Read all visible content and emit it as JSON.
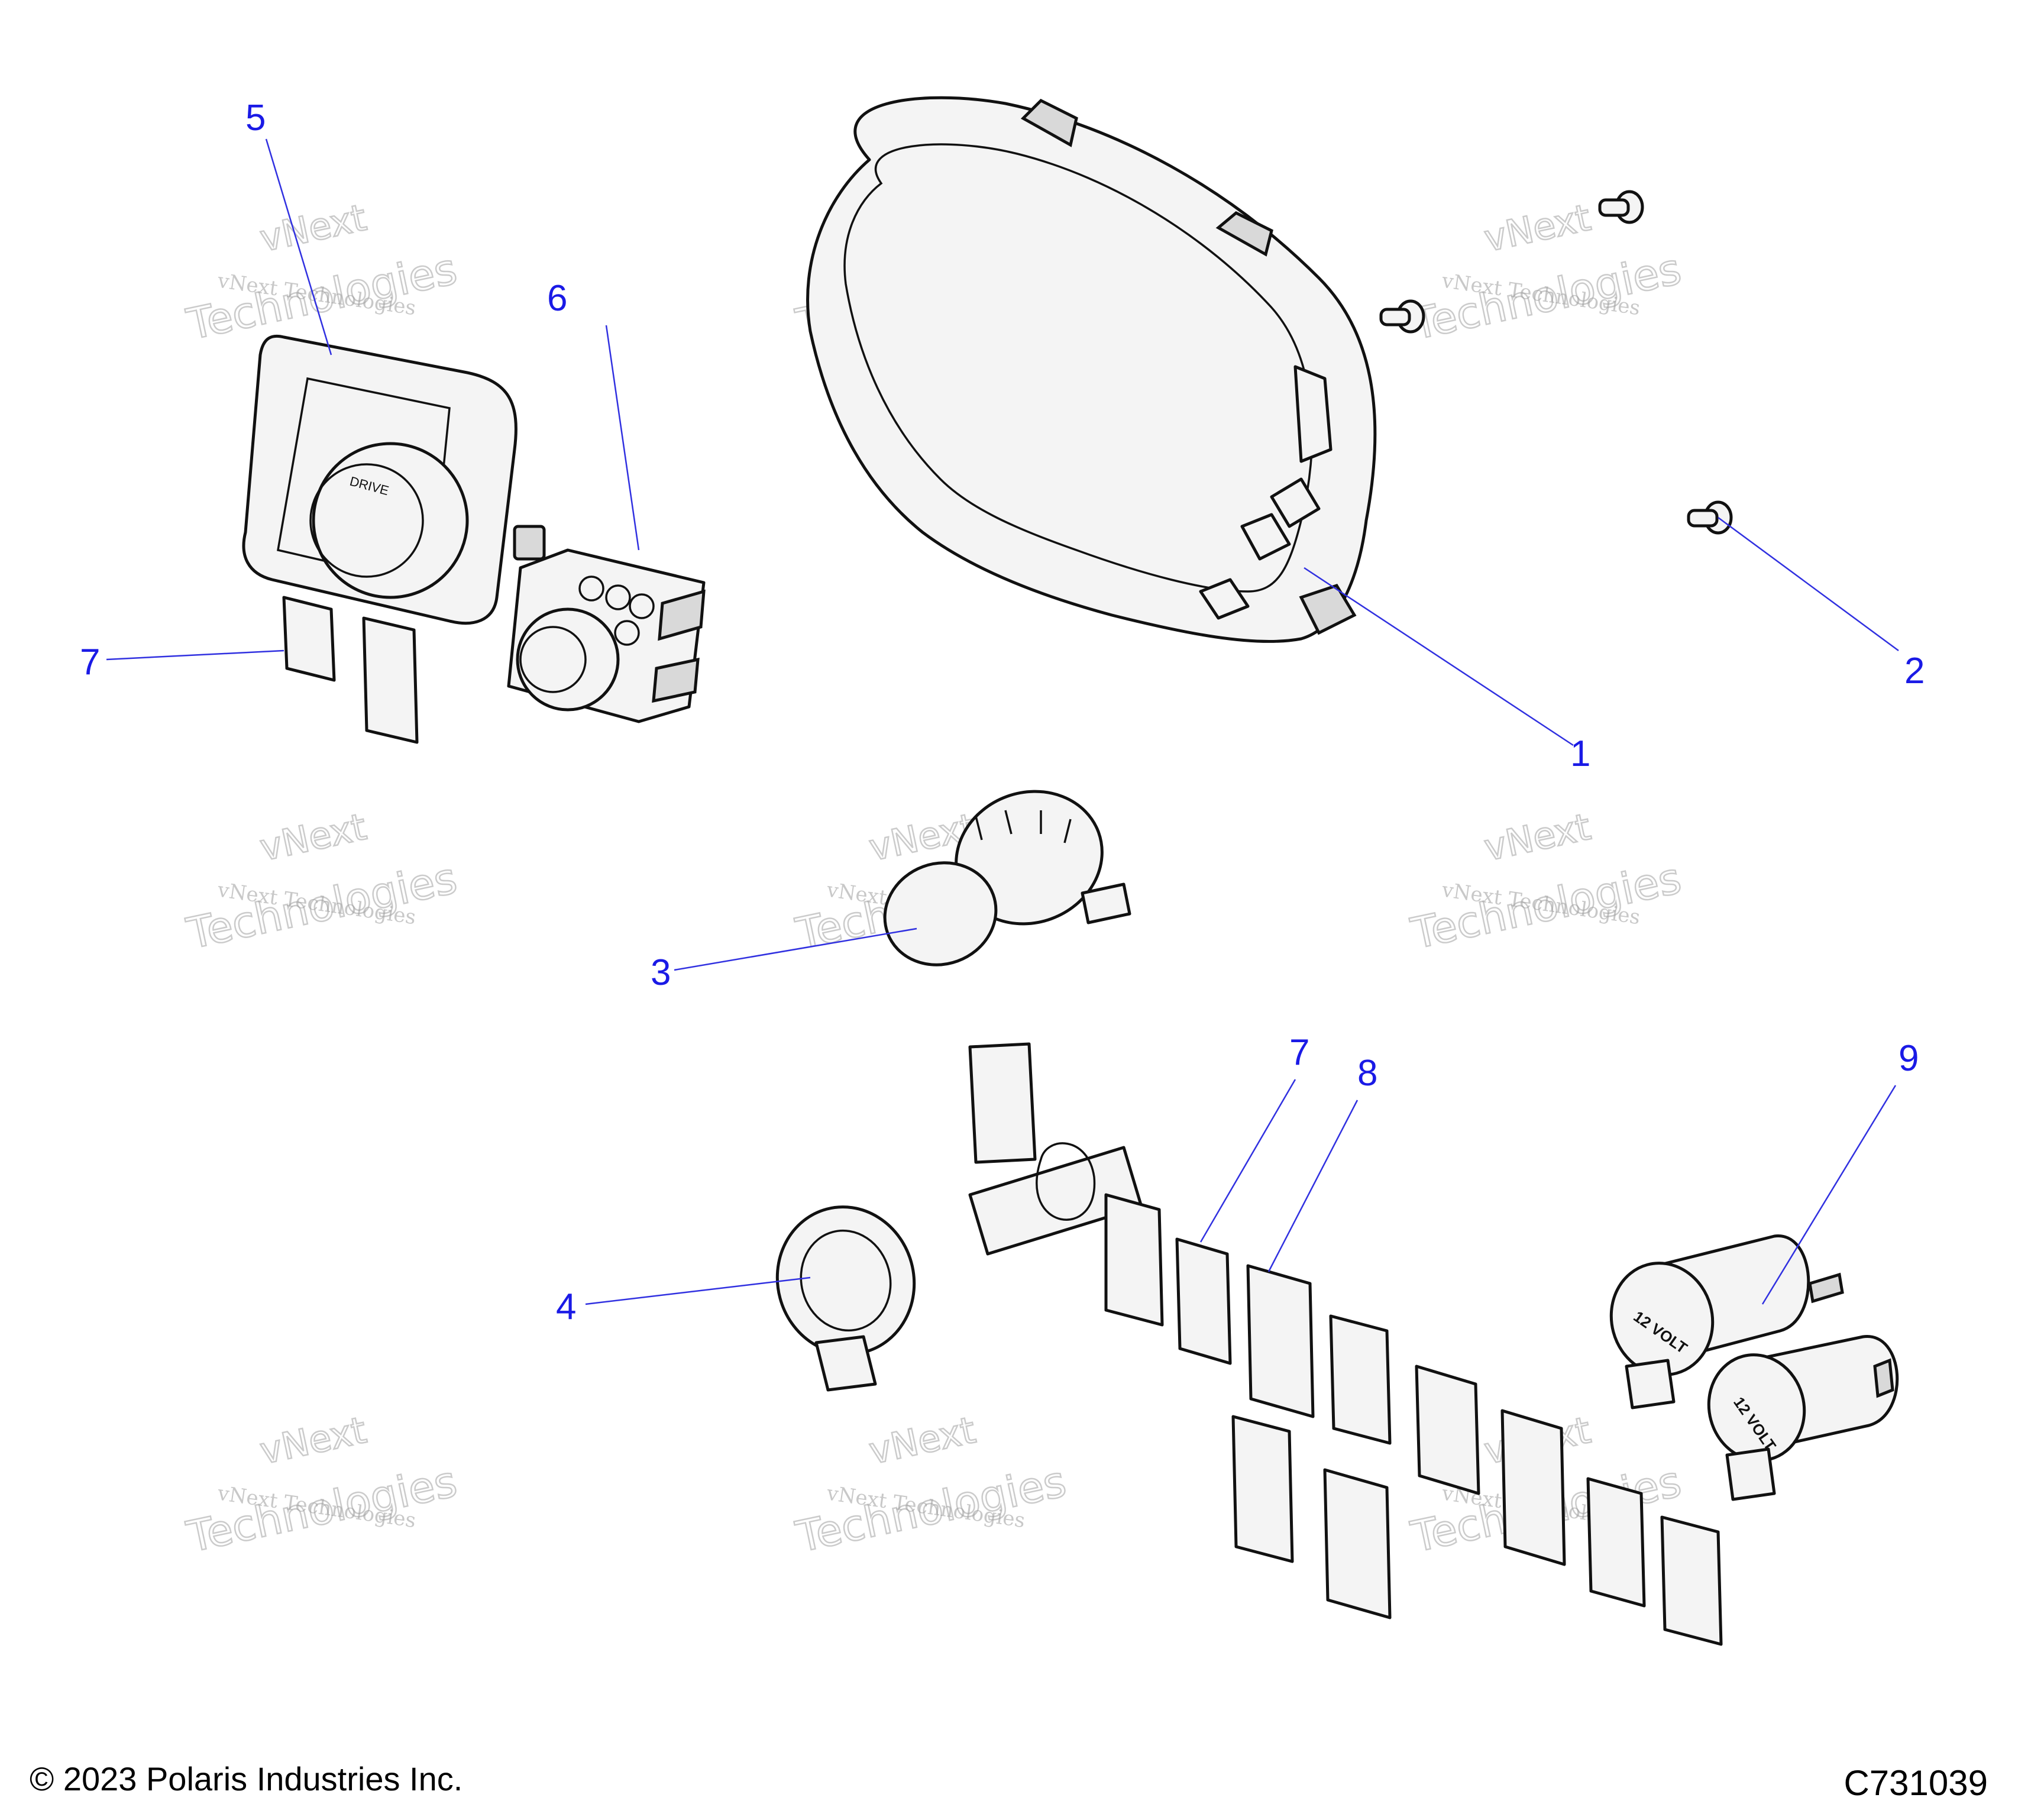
{
  "callouts": {
    "c1": "1",
    "c2": "2",
    "c3": "3",
    "c4": "4",
    "c5": "5",
    "c6": "6",
    "c7a": "7",
    "c7b": "7",
    "c8": "8",
    "c9": "9"
  },
  "watermark": {
    "line1": "vNext",
    "line2": "vNext Technologies",
    "line3": "Technologies"
  },
  "socket_label": "12 VOLT",
  "knob_label": "DRIVE",
  "footer": {
    "copyright": "© 2023 Polaris Industries Inc.",
    "drawing_id": "C731039"
  },
  "colors": {
    "callout": "#1a1ae6",
    "line": "#111111",
    "watermark": "#9a9a9a"
  }
}
